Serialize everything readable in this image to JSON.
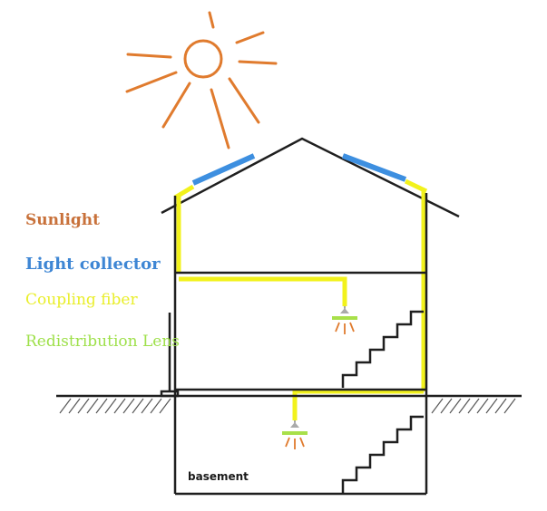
{
  "legend": {
    "sunlight": "Sunlight",
    "light_collector": "Light collector",
    "coupling_fiber": "Coupling fiber",
    "redistribution_lens": "Redistribution Lens"
  },
  "labels": {
    "basement": "basement"
  },
  "colors": {
    "sun": "#e07b2e",
    "collector": "#3d8fe0",
    "fiber": "#f2f21c",
    "lens": "#a8e04a",
    "structure": "#1f1f1f"
  }
}
